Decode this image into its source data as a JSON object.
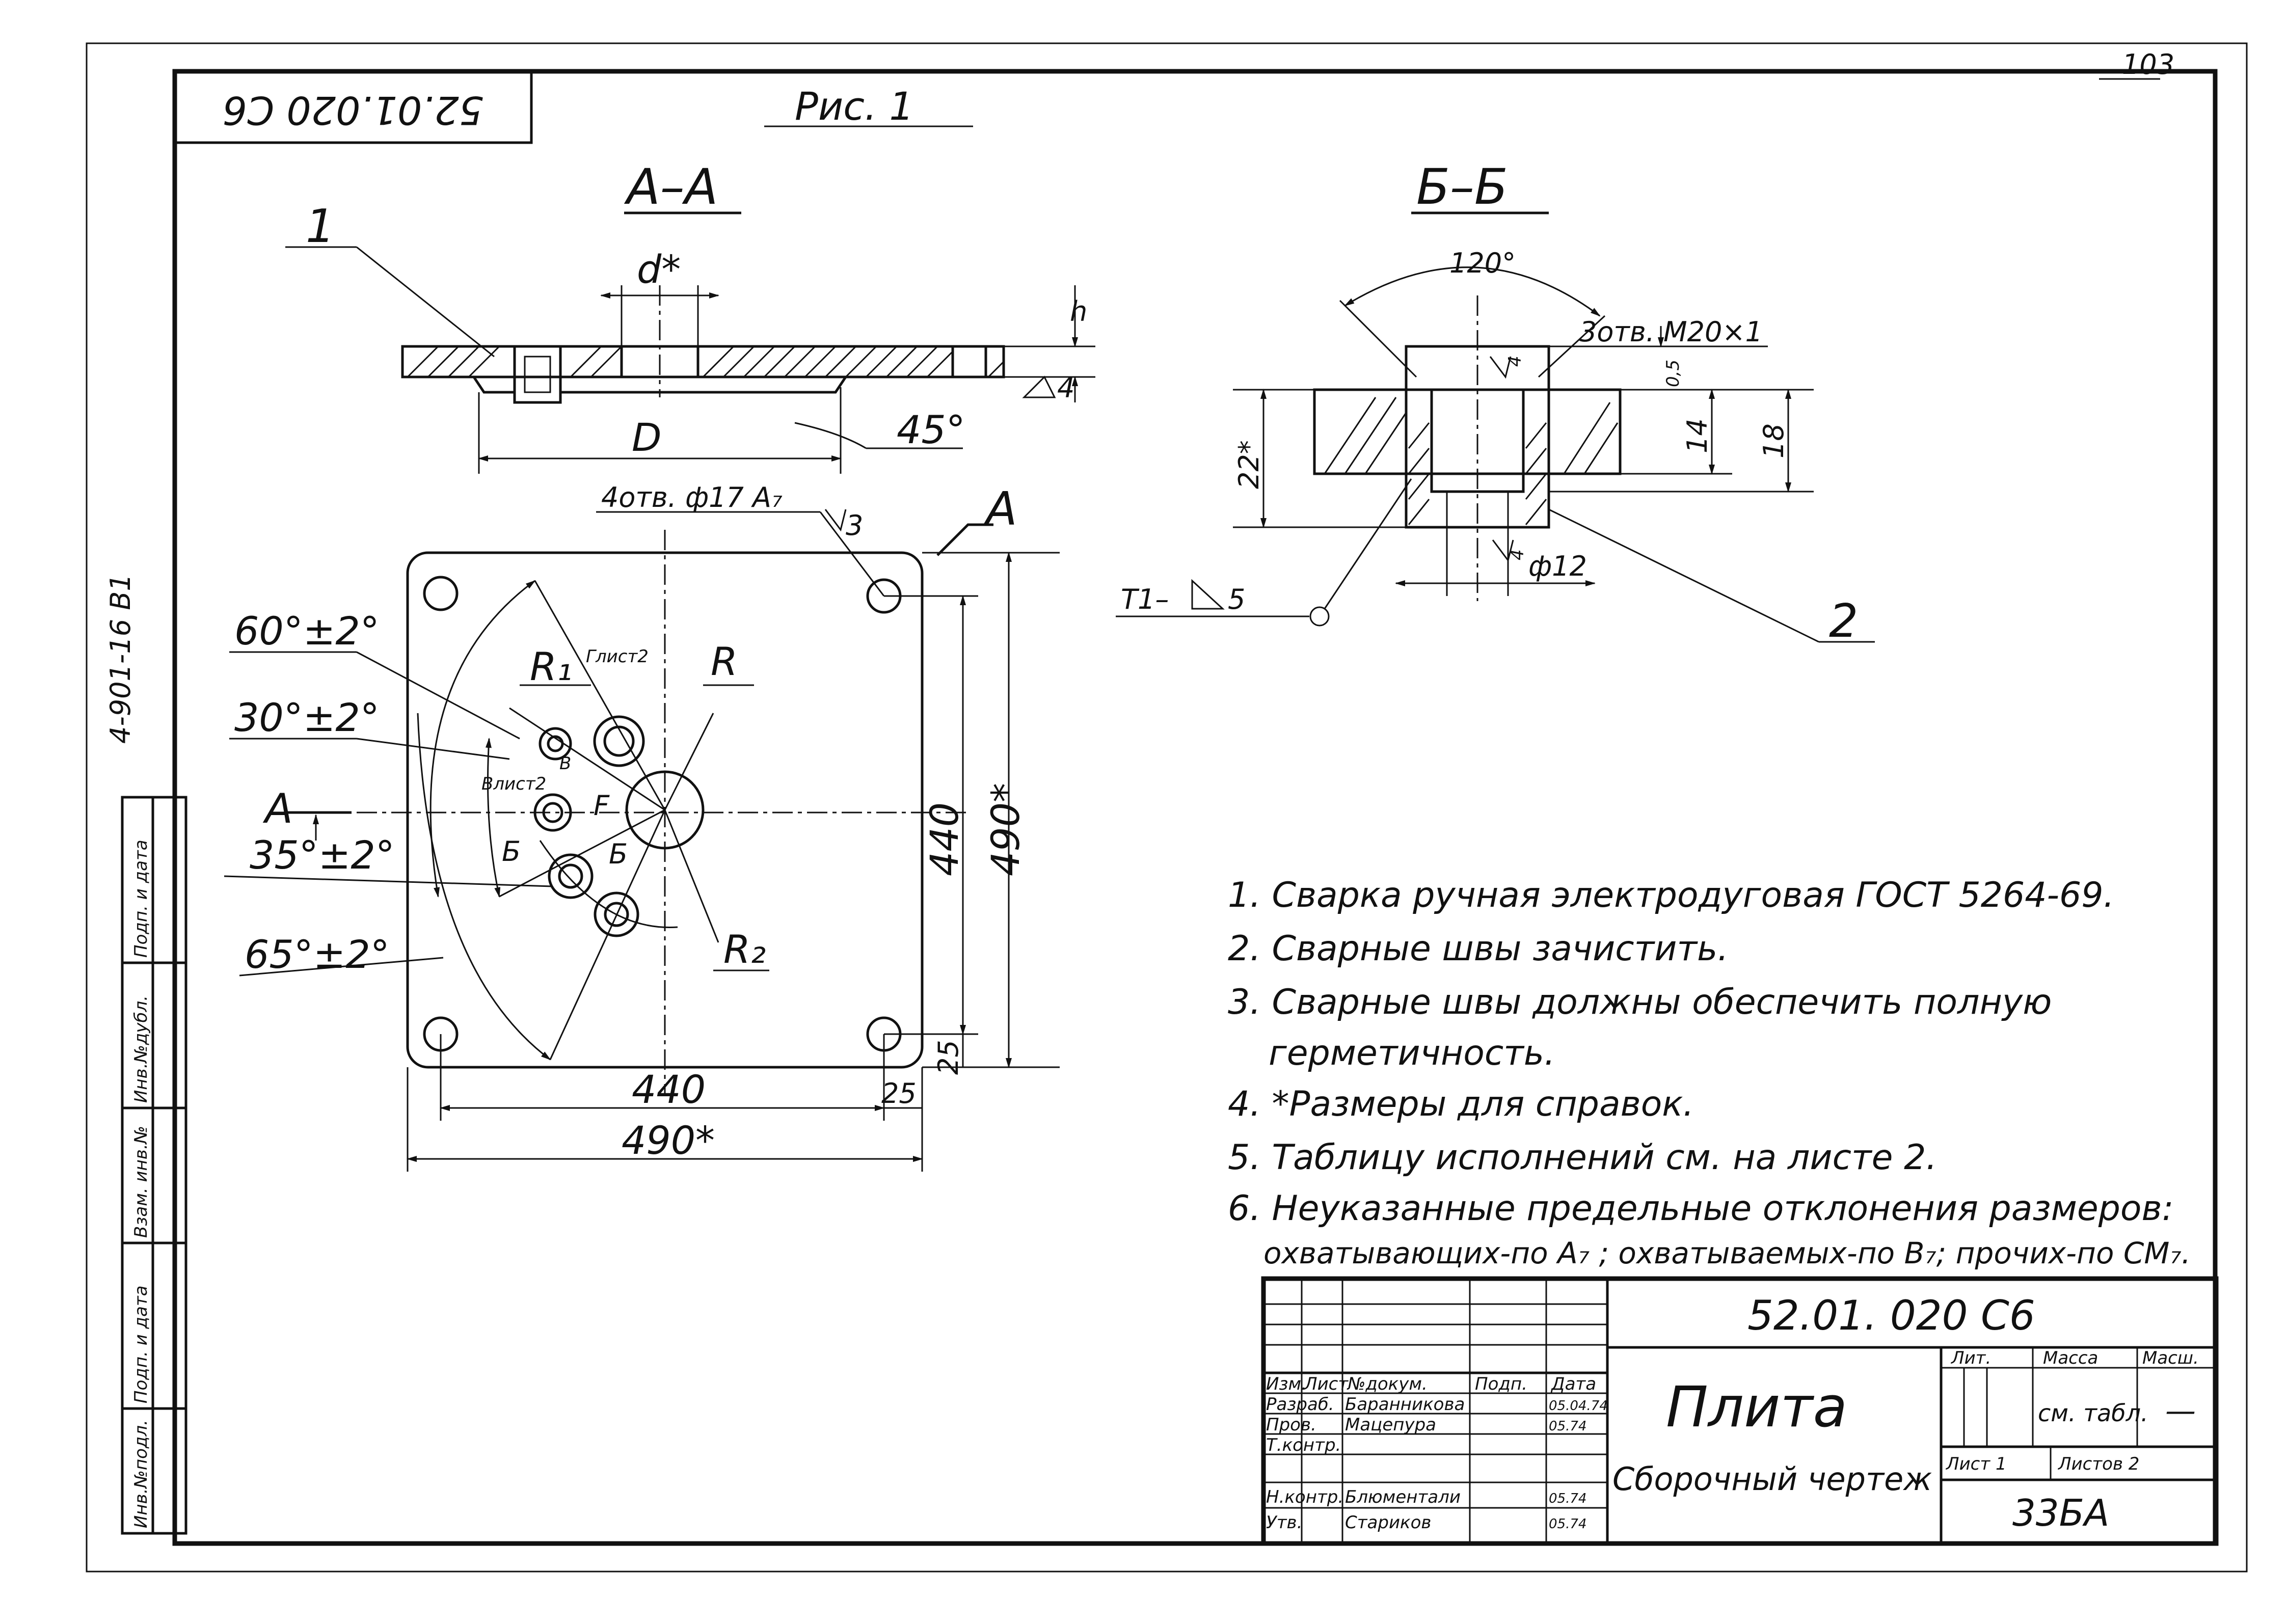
{
  "sheet": {
    "page_number": "103",
    "stamp_code": "52.01.020 С6",
    "side_code": "4-901-16 В1",
    "figure_label": "Рис. 1"
  },
  "section_a": {
    "title": "А–А",
    "callout_1": "1",
    "dim_d": "d*",
    "dim_h": "h",
    "dim_D": "D",
    "angle": "45°",
    "roughness": "4"
  },
  "section_b": {
    "title": "Б–Б",
    "angle": "120°",
    "thread": "3отв. М20×1",
    "dim_22": "22*",
    "dim_14": "14",
    "dim_18": "18",
    "dim_05": "0,5",
    "dim_phi12": "ф12",
    "weld": "Т1–",
    "weld_leg": "5",
    "callout_2": "2",
    "rough_1": "4",
    "rough_2": "4"
  },
  "plan": {
    "holes_label": "4отв. ф17 А₇",
    "roughness": "3",
    "view_marker": "А",
    "angle_60": "60°±2°",
    "angle_30": "30°±2°",
    "angle_35": "35°±2°",
    "angle_65": "65°±2°",
    "r1": "R₁",
    "r": "R",
    "r2": "R₂",
    "g_label": "Глист2",
    "v_label_1": "Влист2",
    "v_label_2": "В",
    "f_label": "F",
    "b_label_1": "Б",
    "b_label_2": "Б",
    "a_marker": "А",
    "dim_440_h": "440",
    "dim_25_h": "25",
    "dim_490_h": "490*",
    "dim_440_v": "440",
    "dim_490_v": "490*",
    "dim_25_v": "25"
  },
  "notes": [
    "1. Сварка ручная электродуговая ГОСТ 5264-69.",
    "2. Сварные швы зачистить.",
    "3. Сварные швы должны обеспечить полную",
    "герметичность.",
    "4. *Размеры для справок.",
    "5. Таблицу исполнений см. на листе 2.",
    "6. Неуказанные предельные отклонения размеров:",
    "охватывающих-по А₇ ; охватываемых-по В₇; прочих-по СМ₇."
  ],
  "side_strip": [
    "Инв.№подл.",
    "Подп. и дата",
    "Взам. инв.№",
    "Инв.№дубл.",
    "Подп. и дата"
  ],
  "title_block": {
    "designation": "52.01. 020 С6",
    "name": "Плита",
    "doc_type": "Сборочный чертеж",
    "header_cols": [
      "Изм.",
      "Лист",
      "№докум.",
      "Подп.",
      "Дата"
    ],
    "rows": [
      {
        "role": "Разраб.",
        "name": "Баранникова",
        "date": "05.04.74"
      },
      {
        "role": "Пров.",
        "name": "Мацепура",
        "date": "05.74"
      },
      {
        "role": "Т.контр.",
        "name": "",
        "date": ""
      },
      {
        "role": "Н.контр.",
        "name": "Блюментали",
        "date": "05.74"
      },
      {
        "role": "Утв.",
        "name": "Стариков",
        "date": "05.74"
      }
    ],
    "lit": "Лит.",
    "mass": "Масса",
    "scale": "Масш.",
    "mass_value": "см. табл.",
    "scale_value": "—",
    "sheet": "Лист 1",
    "sheets": "Листов 2",
    "org_code": "33БА"
  }
}
